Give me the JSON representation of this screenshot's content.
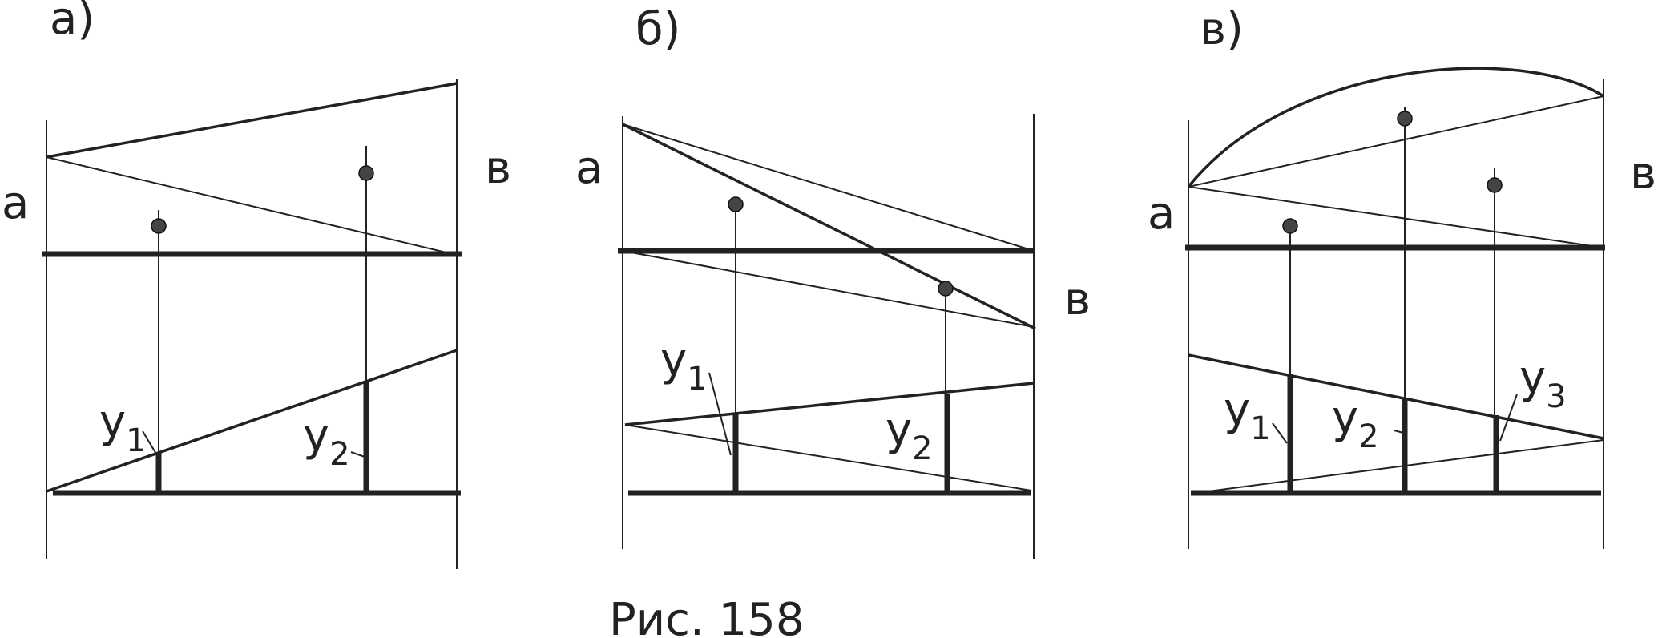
{
  "panels": {
    "a": {
      "label": "а)",
      "point_a": "а",
      "point_b": "в",
      "y1": "y",
      "y1_sub": "1",
      "y2": "y",
      "y2_sub": "2"
    },
    "b": {
      "label": "б)",
      "point_a": "а",
      "point_b": "в",
      "y1": "y",
      "y1_sub": "1",
      "y2": "y",
      "y2_sub": "2"
    },
    "c": {
      "label": "в)",
      "point_a": "а",
      "point_b": "в",
      "y1": "y",
      "y1_sub": "1",
      "y2": "y",
      "y2_sub": "2",
      "y3": "y",
      "y3_sub": "3"
    }
  },
  "caption": "Рис. 158"
}
